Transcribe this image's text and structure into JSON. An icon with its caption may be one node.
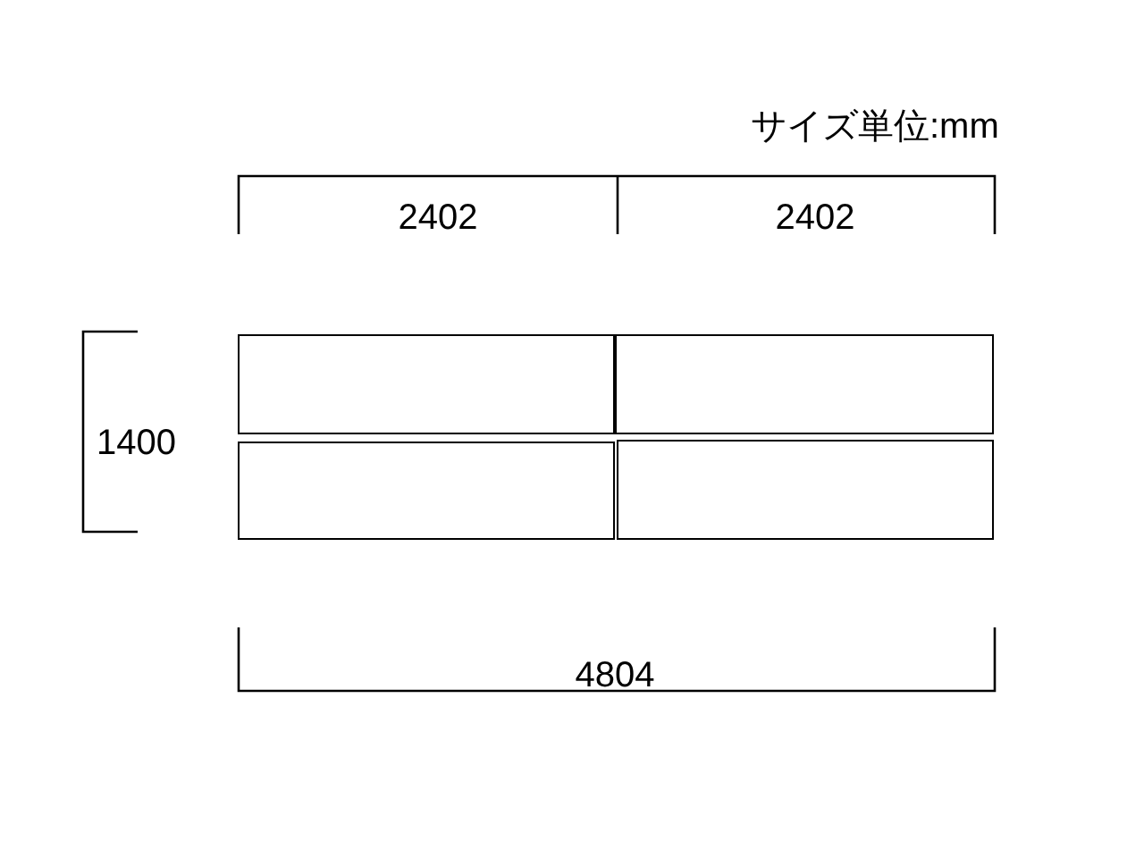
{
  "diagram": {
    "nodes": [
      {
        "text": [],
        "shape": "box"
      },
      {
        "text": [],
        "shape": "box"
      },
      {
        "text": [],
        "shape": "box"
      },
      {
        "text": [],
        "shape": "box"
      }
    ],
    "labels": [
      "サイズ単位:mm",
      "2402",
      "2402",
      "1400",
      "4804"
    ]
  }
}
